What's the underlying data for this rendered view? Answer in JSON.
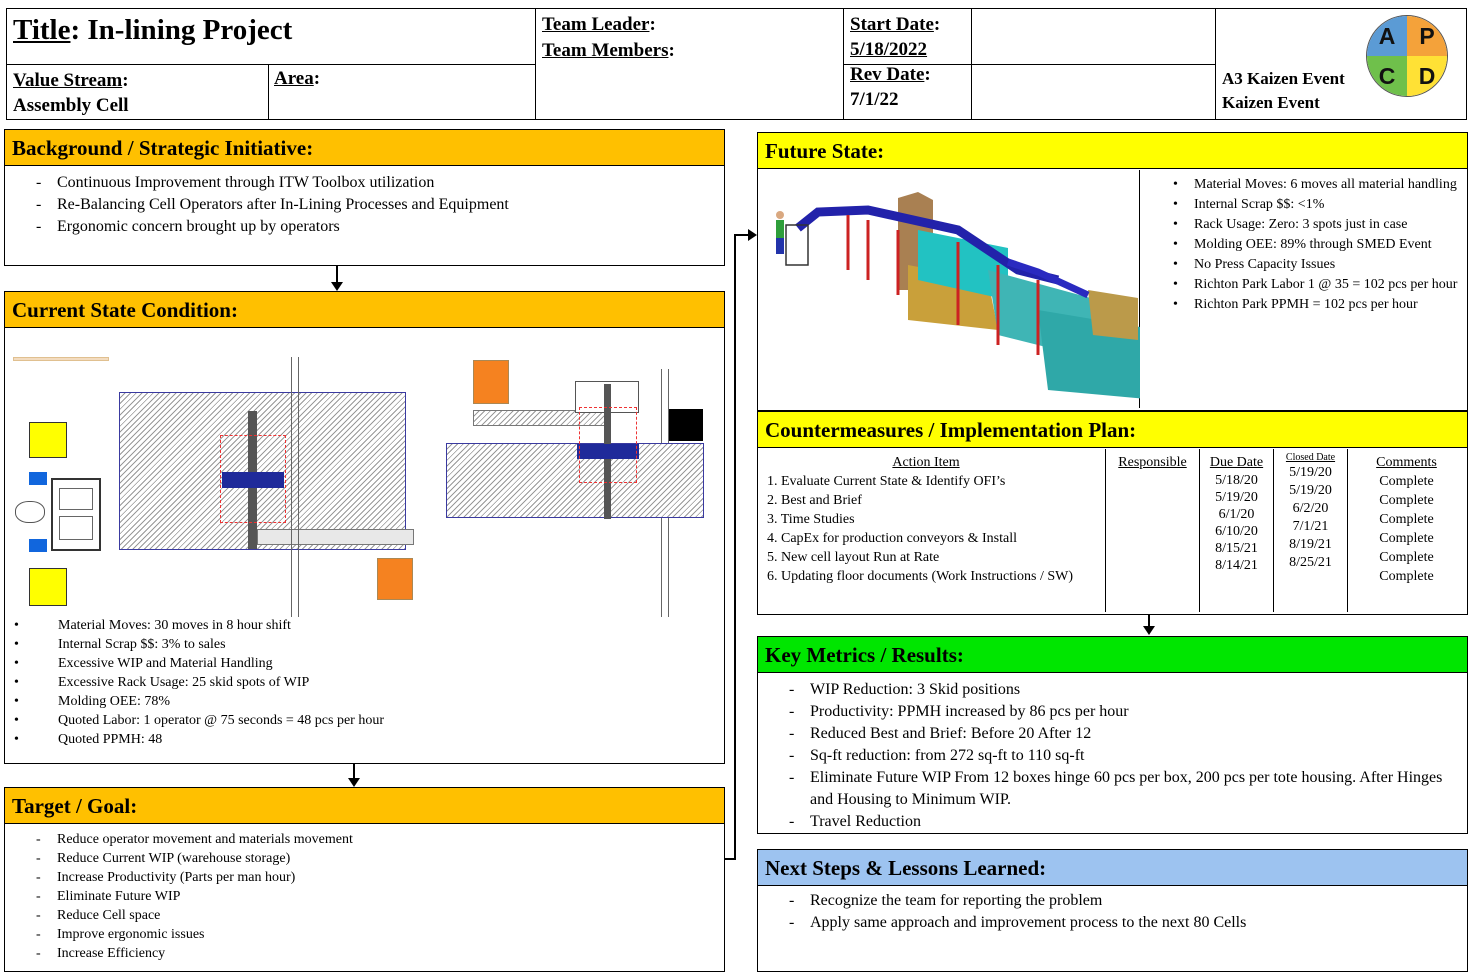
{
  "header": {
    "title_label": "Title",
    "title_value": ": In-lining Project",
    "value_stream_label": "Value Stream",
    "value_stream_value": "Assembly Cell",
    "area_label": "Area",
    "team_leader_label": "Team Leader",
    "team_members_label": "Team Members",
    "start_date_label": "Start Date",
    "start_date_value": "5/18/2022",
    "rev_date_label": "Rev Date",
    "rev_date_value": "7/1/22",
    "event_type": "A3 Kaizen Event",
    "event_subtype": "Kaizen Event",
    "pdca": [
      "A",
      "P",
      "C",
      "D"
    ],
    "colon": ":"
  },
  "colors": {
    "orange_header": "#FFC000",
    "yellow_header": "#FFFF00",
    "green_header": "#00E600",
    "blue_header": "#9DC3F0",
    "pdca_a": "#5B9BD5",
    "pdca_p": "#F4A23A",
    "pdca_c": "#6FC04B",
    "pdca_d": "#FFE135"
  },
  "background": {
    "title": "Background / Strategic Initiative:",
    "items": [
      "Continuous Improvement through ITW Toolbox utilization",
      "Re-Balancing Cell Operators after In-Lining Processes and Equipment",
      "Ergonomic concern brought up by operators"
    ]
  },
  "current_state": {
    "title": "Current State Condition:",
    "items": [
      "Material Moves: 30 moves in 8 hour shift",
      "Internal Scrap $$:  3% to sales",
      "Excessive WIP and Material Handling",
      "Excessive Rack Usage: 25 skid spots of WIP",
      "Molding OEE: 78%",
      "Quoted Labor: 1 operator @ 75 seconds = 48 pcs per hour",
      "Quoted PPMH: 48"
    ]
  },
  "target": {
    "title": "Target / Goal:",
    "items": [
      "Reduce operator movement and materials movement",
      "Reduce Current WIP (warehouse storage)",
      "Increase Productivity (Parts per man hour)",
      "Eliminate Future WIP",
      "Reduce Cell space",
      "Improve ergonomic issues",
      "Increase Efficiency"
    ]
  },
  "future_state": {
    "title": "Future State:",
    "items": [
      "Material Moves:  6 moves all material handling",
      "Internal Scrap $$: <1%",
      "Rack Usage: Zero: 3 spots just in case",
      "Molding OEE: 89% through SMED Event",
      "No Press Capacity Issues",
      "Richton Park Labor 1 @ 35 = 102 pcs per hour",
      "Richton Park PPMH = 102 pcs per hour"
    ]
  },
  "countermeasures": {
    "title": "Countermeasures / Implementation Plan:",
    "headers": {
      "action": "Action Item",
      "responsible": "Responsible",
      "due": "Due Date",
      "closed": "Closed Date",
      "comments": "Comments"
    },
    "rows": [
      {
        "action": "1. Evaluate Current State & Identify OFI’s",
        "due": "5/18/20",
        "closed": "5/19/20",
        "comment": "Complete"
      },
      {
        "action": "2. Best and Brief",
        "due": "5/19/20",
        "closed": "5/19/20",
        "comment": "Complete"
      },
      {
        "action": "3. Time Studies",
        "due": "6/1/20",
        "closed": "6/2/20",
        "comment": "Complete"
      },
      {
        "action": "4. CapEx for production conveyors & Install",
        "due": "6/10/20",
        "closed": "7/1/21",
        "comment": "Complete"
      },
      {
        "action": "5. New cell layout Run at Rate",
        "due": "8/15/21",
        "closed": "8/19/21",
        "comment": "Complete"
      },
      {
        "action": "6. Updating floor documents (Work Instructions / SW)",
        "due": "8/14/21",
        "closed": "8/25/21",
        "comment": "Complete"
      }
    ]
  },
  "key_metrics": {
    "title": "Key Metrics / Results:",
    "items": [
      "WIP Reduction: 3 Skid positions",
      "Productivity: PPMH increased by 86 pcs per hour",
      "Reduced Best and Brief: Before 20 After 12",
      "Sq-ft reduction: from 272 sq-ft to 110 sq-ft",
      "Eliminate Future WIP From 12 boxes hinge 60 pcs per box, 200 pcs per tote housing. After Hinges and Housing to Minimum WIP.",
      "Travel Reduction"
    ]
  },
  "next_steps": {
    "title": "Next Steps & Lessons Learned:",
    "items": [
      "Recognize the team for reporting the problem",
      "Apply same approach and improvement process to the next 80 Cells"
    ]
  }
}
